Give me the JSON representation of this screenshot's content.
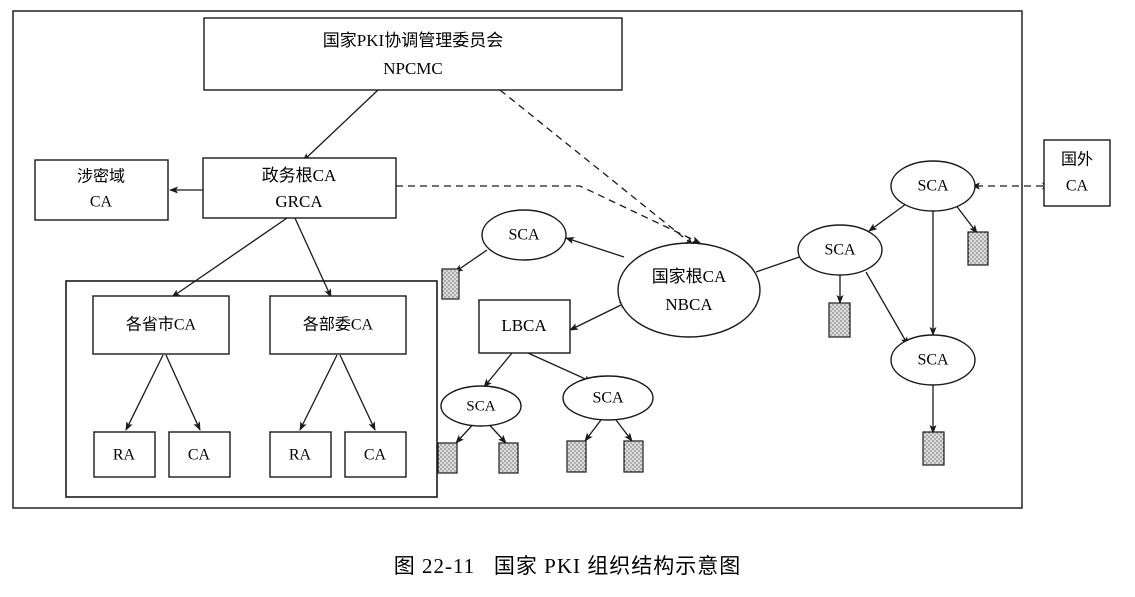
{
  "figure": {
    "caption": "图 22-11   国家 PKI 组织结构示意图",
    "frame_color": "#222222",
    "line_color": "#1a1a1a",
    "background": "#ffffff",
    "leaf_fill": "#d9d9d9"
  },
  "nodes": {
    "npcmc": {
      "line1": "国家PKI协调管理委员会",
      "line2": "NPCMC",
      "shape": "rect"
    },
    "secure_domain_ca": {
      "line1": "涉密域",
      "line2": "CA",
      "shape": "rect"
    },
    "grca": {
      "line1": "政务根CA",
      "line2": "GRCA",
      "shape": "rect"
    },
    "province_ca": {
      "line1": "各省市CA",
      "shape": "rect"
    },
    "ministry_ca": {
      "line1": "各部委CA",
      "shape": "rect"
    },
    "province_ra_leaf": {
      "line1": "RA",
      "shape": "rect"
    },
    "province_ca_leaf": {
      "line1": "CA",
      "shape": "rect"
    },
    "ministry_ra_leaf": {
      "line1": "RA",
      "shape": "rect"
    },
    "ministry_ca_leaf": {
      "line1": "CA",
      "shape": "rect"
    },
    "nbca": {
      "line1": "国家根CA",
      "line2": "NBCA",
      "shape": "ellipse"
    },
    "lbca": {
      "line1": "LBCA",
      "shape": "rect"
    },
    "foreign_ca": {
      "line1": "国外",
      "line2": "CA",
      "shape": "rect"
    },
    "sca_upper_left": {
      "line1": "SCA",
      "shape": "ellipse"
    },
    "sca_lower_left": {
      "line1": "SCA",
      "shape": "ellipse"
    },
    "sca_lower_mid": {
      "line1": "SCA",
      "shape": "ellipse"
    },
    "sca_right_top": {
      "line1": "SCA",
      "shape": "ellipse"
    },
    "sca_right_mid": {
      "line1": "SCA",
      "shape": "ellipse"
    },
    "sca_right_bottom": {
      "line1": "SCA",
      "shape": "ellipse"
    }
  },
  "chart_data": {
    "type": "diagram",
    "title": "图 22-11   国家 PKI 组织结构示意图",
    "subject": "National PKI organizational structure",
    "node_list": [
      "国家PKI协调管理委员会 NPCMC",
      "涉密域 CA",
      "政务根CA GRCA",
      "各省市CA",
      "各部委CA",
      "RA",
      "CA",
      "国家根CA NBCA",
      "LBCA",
      "国外 CA",
      "SCA"
    ],
    "edges": [
      {
        "from": "NPCMC",
        "to": "GRCA",
        "style": "solid",
        "arrow": "single"
      },
      {
        "from": "NPCMC",
        "to": "NBCA",
        "style": "dashed",
        "arrow": "single"
      },
      {
        "from": "GRCA",
        "to": "涉密域 CA",
        "style": "solid",
        "arrow": "single"
      },
      {
        "from": "GRCA",
        "to": "NBCA",
        "style": "dashed",
        "arrow": "double"
      },
      {
        "from": "GRCA",
        "to": "各省市CA",
        "style": "solid",
        "arrow": "single"
      },
      {
        "from": "GRCA",
        "to": "各部委CA",
        "style": "solid",
        "arrow": "single"
      },
      {
        "from": "各省市CA",
        "to": "RA",
        "style": "solid",
        "arrow": "single"
      },
      {
        "from": "各省市CA",
        "to": "CA",
        "style": "solid",
        "arrow": "single"
      },
      {
        "from": "各部委CA",
        "to": "RA",
        "style": "solid",
        "arrow": "single"
      },
      {
        "from": "各部委CA",
        "to": "CA",
        "style": "solid",
        "arrow": "single"
      },
      {
        "from": "NBCA",
        "to": "SCA (upper left)",
        "style": "solid",
        "arrow": "single"
      },
      {
        "from": "NBCA",
        "to": "LBCA",
        "style": "solid",
        "arrow": "double"
      },
      {
        "from": "SCA (upper left)",
        "to": "leaf",
        "style": "solid",
        "arrow": "single"
      },
      {
        "from": "LBCA",
        "to": "SCA (lower left)",
        "style": "solid",
        "arrow": "single"
      },
      {
        "from": "LBCA",
        "to": "SCA (lower mid)",
        "style": "solid",
        "arrow": "single"
      },
      {
        "from": "SCA (lower left)",
        "to": "leaf",
        "style": "solid",
        "arrow": "single"
      },
      {
        "from": "SCA (lower mid)",
        "to": "leaf",
        "style": "solid",
        "arrow": "single"
      },
      {
        "from": "NBCA",
        "to": "SCA (right mid)",
        "style": "solid",
        "arrow": "single"
      },
      {
        "from": "SCA (right top)",
        "to": "SCA (right mid)",
        "style": "solid",
        "arrow": "single"
      },
      {
        "from": "SCA (right top)",
        "to": "SCA (right bottom)",
        "style": "solid",
        "arrow": "single"
      },
      {
        "from": "SCA (right mid)",
        "to": "SCA (right bottom)",
        "style": "solid",
        "arrow": "single"
      },
      {
        "from": "SCA (right top)",
        "to": "leaf",
        "style": "solid",
        "arrow": "single"
      },
      {
        "from": "SCA (right mid)",
        "to": "leaf",
        "style": "solid",
        "arrow": "single"
      },
      {
        "from": "SCA (right bottom)",
        "to": "leaf",
        "style": "solid",
        "arrow": "single"
      },
      {
        "from": "国外 CA",
        "to": "SCA (right top)",
        "style": "dashed",
        "arrow": "double"
      }
    ]
  }
}
